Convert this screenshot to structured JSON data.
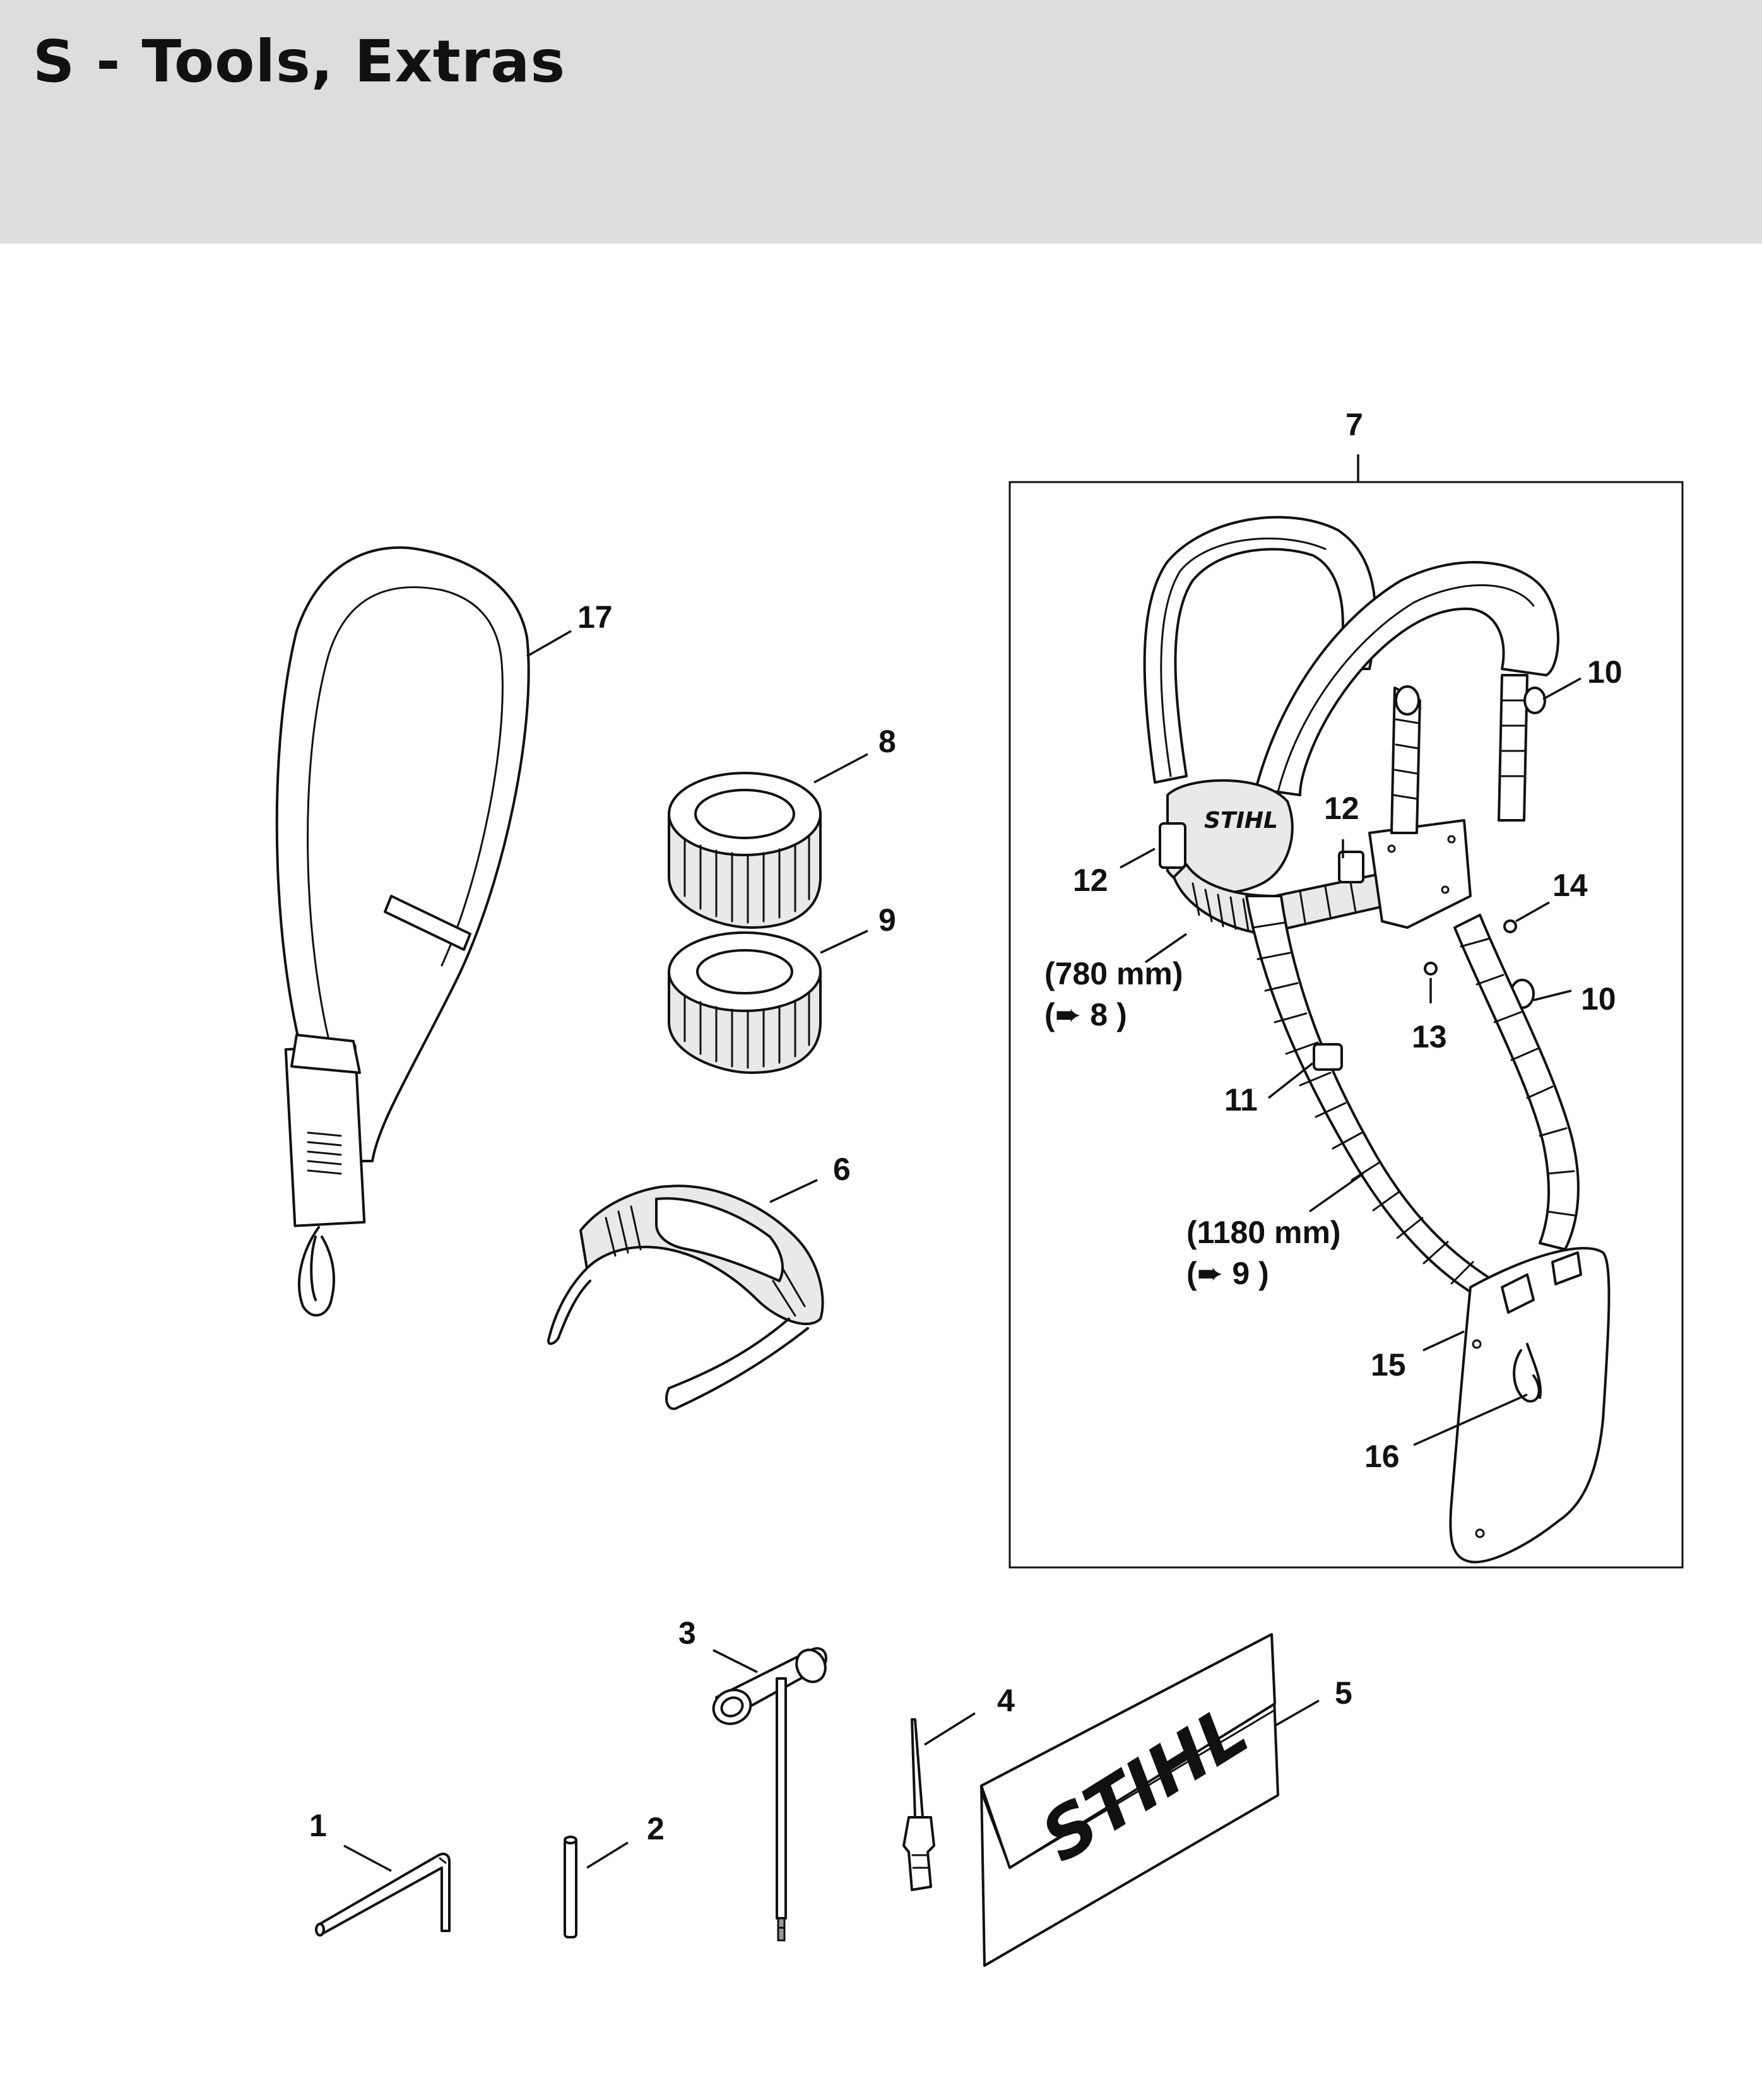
{
  "header": {
    "title": "S - Tools, Extras"
  },
  "logo_text": "STIHL",
  "colors": {
    "header_bg": "#dcdddc",
    "line": "#111111"
  },
  "callouts": {
    "c1": "1",
    "c2": "2",
    "c3": "3",
    "c4": "4",
    "c5": "5",
    "c6": "6",
    "c7": "7",
    "c8": "8",
    "c9": "9",
    "c10a": "10",
    "c10b": "10",
    "c11": "11",
    "c12a": "12",
    "c12b": "12",
    "c13": "13",
    "c14": "14",
    "c15": "15",
    "c16": "16",
    "c17": "17"
  },
  "notes": {
    "len_780": "(780 mm)",
    "ref_8": "(➨ 8 )",
    "len_1180": "(1180 mm)",
    "ref_9": "(➨ 9 )"
  }
}
